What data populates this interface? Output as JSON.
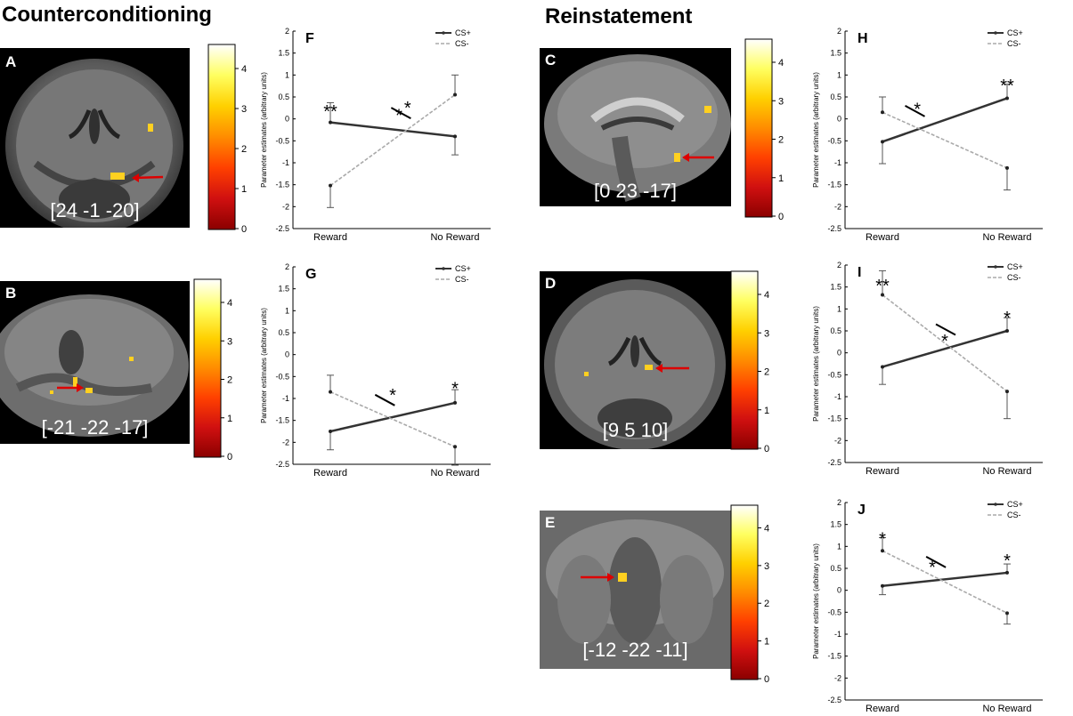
{
  "sections": {
    "counterconditioning": "Counterconditioning",
    "reinstatement": "Reinstatement"
  },
  "colors": {
    "line_cs_plus": "#333333",
    "line_cs_minus": "#aaaaaa",
    "cmap": [
      "#8b0000",
      "#d01010",
      "#ff4000",
      "#ff8c00",
      "#ffd000",
      "#ffff60",
      "#ffffff"
    ],
    "arrow": "#dd0000",
    "blob": "#ffe000"
  },
  "brains": [
    {
      "id": "A",
      "label": "A",
      "coords": "[24 -1 -20]",
      "view": "coronal"
    },
    {
      "id": "B",
      "label": "B",
      "coords": "[-21 -22 -17]",
      "view": "sagittal"
    },
    {
      "id": "C",
      "label": "C",
      "coords": "[0 23 -17]",
      "view": "sagittal-mid"
    },
    {
      "id": "D",
      "label": "D",
      "coords": "[9  5 10]",
      "view": "coronal"
    },
    {
      "id": "E",
      "label": "E",
      "coords": "[-12 -22 -11]",
      "view": "coronal-mean"
    }
  ],
  "colorbars": [
    {
      "id": "cbA",
      "ticks": [
        "4",
        "3",
        "2",
        "1",
        "0"
      ]
    },
    {
      "id": "cbB",
      "ticks": [
        "4",
        "3",
        "2",
        "1",
        "0"
      ]
    },
    {
      "id": "cbC",
      "ticks": [
        "4",
        "3",
        "2",
        "1",
        "0"
      ]
    },
    {
      "id": "cbD",
      "ticks": [
        "4",
        "3",
        "2",
        "1",
        "0"
      ]
    },
    {
      "id": "cbE",
      "ticks": [
        "4",
        "3",
        "2",
        "1",
        "0"
      ]
    }
  ],
  "chart_data": [
    {
      "id": "F",
      "panel_label": "F",
      "type": "line",
      "categories": [
        "Reward",
        "No Reward"
      ],
      "ylabel": "Parameter estimates (arbitrary units)",
      "ylim": [
        -2.5,
        2
      ],
      "yticks": [
        "2",
        "1.5",
        "1",
        "0.5",
        "0",
        "-0.5",
        "-1",
        "-1.5",
        "-2",
        "-2.5"
      ],
      "legend": "top-right",
      "series": [
        {
          "name": "CS+",
          "values": [
            -0.08,
            -0.4
          ],
          "errors": [
            0.45,
            0.42
          ]
        },
        {
          "name": "CS-",
          "values": [
            -1.52,
            0.55
          ],
          "errors": [
            0.5,
            0.45
          ]
        }
      ],
      "annotations": [
        {
          "text": "**",
          "x": 0,
          "y": 0.2
        },
        {
          "text": "*",
          "x": 0.55,
          "y": 0.1
        },
        {
          "text": "*",
          "x": 0.62,
          "y": 0.28
        }
      ]
    },
    {
      "id": "G",
      "panel_label": "G",
      "type": "line",
      "categories": [
        "Reward",
        "No Reward"
      ],
      "ylabel": "Parameter estimates (arbitrary units)",
      "ylim": [
        -2.5,
        2
      ],
      "yticks": [
        "2",
        "1.5",
        "1",
        "0.5",
        "0",
        "-0.5",
        "-1",
        "-1.5",
        "-2",
        "-2.5"
      ],
      "legend": "top-right",
      "series": [
        {
          "name": "CS+",
          "values": [
            -1.75,
            -1.1
          ],
          "errors": [
            0.42,
            0.3
          ]
        },
        {
          "name": "CS-",
          "values": [
            -0.85,
            -2.1
          ],
          "errors": [
            0.38,
            0.42
          ]
        }
      ],
      "annotations": [
        {
          "text": "*",
          "x": 0.5,
          "y": -0.9
        },
        {
          "text": "*",
          "x": 1,
          "y": -0.75
        }
      ]
    },
    {
      "id": "H",
      "panel_label": "H",
      "type": "line",
      "categories": [
        "Reward",
        "No Reward"
      ],
      "ylabel": "Parameter estimates (arbitrary units)",
      "ylim": [
        -2.5,
        2
      ],
      "yticks": [
        "2",
        "1.5",
        "1",
        "0.5",
        "0",
        "-0.5",
        "-1",
        "-1.5",
        "-2",
        "-2.5"
      ],
      "legend": "top-right",
      "series": [
        {
          "name": "CS+",
          "values": [
            -0.52,
            0.47
          ],
          "errors": [
            0.5,
            0.32
          ]
        },
        {
          "name": "CS-",
          "values": [
            0.15,
            -1.12
          ],
          "errors": [
            0.35,
            0.5
          ]
        }
      ],
      "annotations": [
        {
          "text": "*",
          "x": 0.28,
          "y": 0.25
        },
        {
          "text": "**",
          "x": 1,
          "y": 0.78
        }
      ]
    },
    {
      "id": "I",
      "panel_label": "I",
      "type": "line",
      "categories": [
        "Reward",
        "No Reward"
      ],
      "ylabel": "Parameter estimates (arbitrary units)",
      "ylim": [
        -2.5,
        2
      ],
      "yticks": [
        "2",
        "1.5",
        "1",
        "0.5",
        "0",
        "-0.5",
        "-1",
        "-1.5",
        "-2",
        "-2.5"
      ],
      "legend": "top-right",
      "series": [
        {
          "name": "CS+",
          "values": [
            -0.32,
            0.5
          ],
          "errors": [
            0.4,
            0.3
          ]
        },
        {
          "name": "CS-",
          "values": [
            1.32,
            -0.88
          ],
          "errors": [
            0.55,
            0.62
          ]
        }
      ],
      "annotations": [
        {
          "text": "**",
          "x": 0,
          "y": 1.55
        },
        {
          "text": "*",
          "x": 0.5,
          "y": 0.3
        },
        {
          "text": "*",
          "x": 1,
          "y": 0.82
        }
      ]
    },
    {
      "id": "J",
      "panel_label": "J",
      "type": "line",
      "categories": [
        "Reward",
        "No Reward"
      ],
      "ylabel": "Parameter estimates (arbitrary units)",
      "ylim": [
        -2.5,
        2
      ],
      "yticks": [
        "2",
        "1.5",
        "1",
        "0.5",
        "0",
        "-0.5",
        "-1",
        "-1.5",
        "-2",
        "-2.5"
      ],
      "legend": "top-right",
      "series": [
        {
          "name": "CS+",
          "values": [
            0.1,
            0.4
          ],
          "errors": [
            0.2,
            0.2
          ]
        },
        {
          "name": "CS-",
          "values": [
            0.9,
            -0.52
          ],
          "errors": [
            0.3,
            0.25
          ]
        }
      ],
      "annotations": [
        {
          "text": "*",
          "x": 0,
          "y": 1.2
        },
        {
          "text": "*",
          "x": 0.4,
          "y": 0.55
        },
        {
          "text": "*",
          "x": 1,
          "y": 0.7
        }
      ]
    }
  ]
}
